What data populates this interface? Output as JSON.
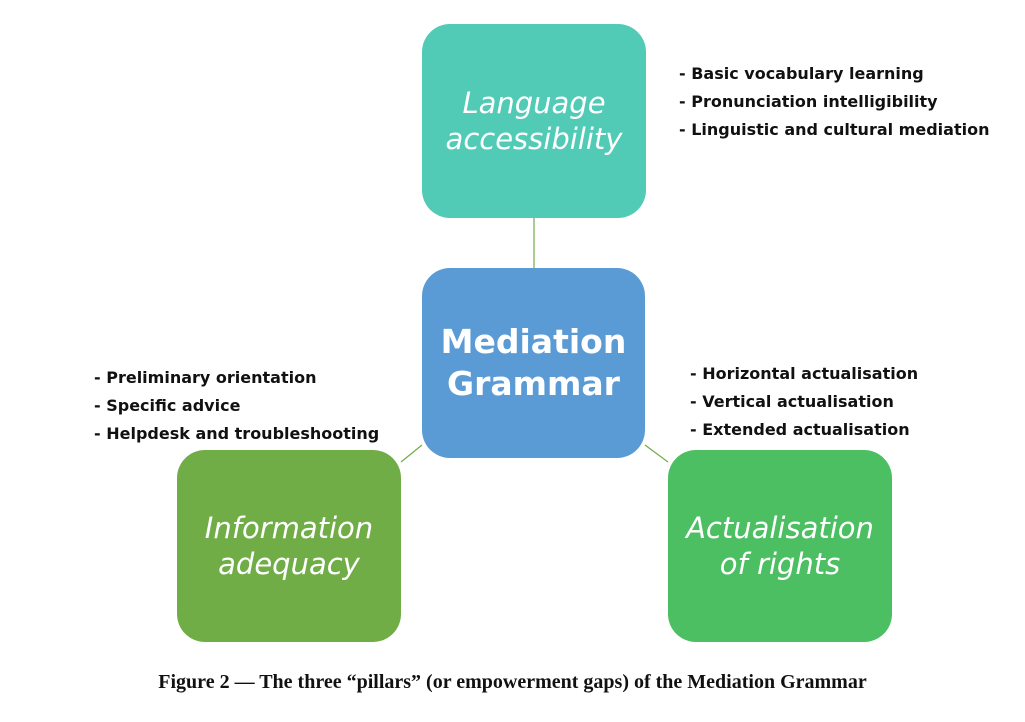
{
  "diagram": {
    "center": {
      "lines": [
        "Mediation",
        "Grammar"
      ],
      "color": "#5b9bd5"
    },
    "pillars": [
      {
        "id": "language",
        "lines": [
          "Language",
          "accessibility"
        ],
        "color": "#52cbb6",
        "bullets": [
          "Basic vocabulary learning",
          "Pronunciation intelligibility",
          "Linguistic and cultural mediation"
        ]
      },
      {
        "id": "information",
        "lines": [
          "Information",
          "adequacy"
        ],
        "color": "#70ad47",
        "bullets": [
          "Preliminary orientation",
          "Specific advice",
          "Helpdesk and troubleshooting"
        ]
      },
      {
        "id": "rights",
        "lines": [
          "Actualisation",
          "of rights"
        ],
        "color": "#4cbf62",
        "bullets": [
          "Horizontal actualisation",
          "Vertical actualisation",
          "Extended actualisation"
        ]
      }
    ],
    "connector_color": "#70ad47"
  },
  "caption": "Figure 2 — The three “pillars” (or empowerment gaps) of the Mediation Grammar"
}
